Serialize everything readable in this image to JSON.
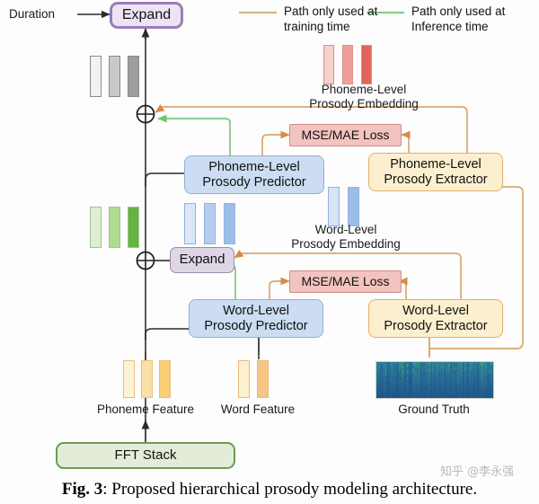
{
  "figure": {
    "caption_prefix": "Fig. 3",
    "caption_text": ": Proposed hierarchical prosody modeling architecture.",
    "watermark": "知乎 @李永强"
  },
  "legend": {
    "duration_label": "Duration",
    "items": [
      {
        "name": "training-path",
        "line_color": "#d9b27c",
        "label": "Path only used at\ntraining time",
        "line1": "Path only used at",
        "line2": "training time"
      },
      {
        "name": "inference-path",
        "line_color": "#86cf86",
        "label": "Path only used at\nInference time",
        "line1": "Path only used at",
        "line2": "Inference time"
      }
    ]
  },
  "blocks": {
    "expand_top": {
      "label": "Expand",
      "fill": "#ece3f3",
      "stroke": "#9b7cb8"
    },
    "expand_mid": {
      "label": "Expand",
      "fill": "#ded6e4",
      "stroke": "#9b8ba8"
    },
    "phoneme_predictor": {
      "line1": "Phoneme-Level",
      "line2": "Prosody Predictor",
      "fill": "#ccdcf2",
      "stroke": "#8fb0d8"
    },
    "word_predictor": {
      "line1": "Word-Level",
      "line2": "Prosody Predictor",
      "fill": "#ccdcf2",
      "stroke": "#8fb0d8"
    },
    "phoneme_extractor": {
      "line1": "Phoneme-Level",
      "line2": "Prosody Extractor",
      "fill": "#fcefcf",
      "stroke": "#e0b06a"
    },
    "word_extractor": {
      "line1": "Word-Level",
      "line2": "Prosody Extractor",
      "fill": "#fcefcf",
      "stroke": "#e0b06a"
    },
    "loss_top": {
      "label": "MSE/MAE Loss",
      "fill": "#f3c3c0",
      "stroke": "#d08b86"
    },
    "loss_mid": {
      "label": "MSE/MAE Loss",
      "fill": "#f3c3c0",
      "stroke": "#d08b86"
    },
    "fft_stack": {
      "label": "FFT Stack",
      "fill": "#e2ecd8",
      "stroke": "#6d9a56"
    }
  },
  "labels": {
    "phoneme_prosody_embedding": {
      "line1": "Phoneme-Level",
      "line2": "Prosody Embedding"
    },
    "word_prosody_embedding": {
      "line1": "Word-Level",
      "line2": "Prosody Embedding"
    },
    "phoneme_feature": "Phoneme Feature",
    "word_feature": "Word Feature",
    "ground_truth": "Ground Truth"
  },
  "bargroups": {
    "hidden_top": {
      "name": "gray-hidden-bars",
      "colors": [
        "#f2f2f2",
        "#c9c9c9",
        "#9d9d9d"
      ],
      "stroke": "#8a8a8a",
      "count": 3
    },
    "hidden_mid": {
      "name": "green-hidden-bars",
      "colors": [
        "#dfeed2",
        "#addc8e",
        "#63b442"
      ],
      "stroke": "#9ec48a",
      "count": 3
    },
    "phoneme_prosody": {
      "name": "pink-prosody-bars",
      "colors": [
        "#f7cfcb",
        "#ef9f97",
        "#e2645a"
      ],
      "stroke": "#d98f88",
      "count": 3
    },
    "word_expand_blue": {
      "name": "blue-expanded-bars",
      "colors": [
        "#dbe7f7",
        "#b5cdee",
        "#9dbde9"
      ],
      "stroke": "#92b3dd",
      "count": 3
    },
    "word_prosody_blue": {
      "name": "blue-word-prosody-bars",
      "colors": [
        "#d6e4f6",
        "#9dbde9"
      ],
      "stroke": "#92b3dd",
      "count": 2
    },
    "phoneme_feature": {
      "name": "phoneme-feature-bars",
      "colors": [
        "#fdf2d6",
        "#fae0a4",
        "#f8cf72"
      ],
      "stroke": "#e8c17a",
      "count": 3
    },
    "word_feature": {
      "name": "word-feature-bars",
      "colors": [
        "#fdf0cf",
        "#f7c583"
      ],
      "stroke": "#e8b97a",
      "count": 2
    }
  },
  "colors": {
    "training_path": "#d9a86f",
    "inference_path": "#79c979",
    "neutral_path": "#444444",
    "spectrogram_a": "#2a6f9e",
    "spectrogram_b": "#3fae7a",
    "spectrogram_c": "#1c4f7c"
  }
}
